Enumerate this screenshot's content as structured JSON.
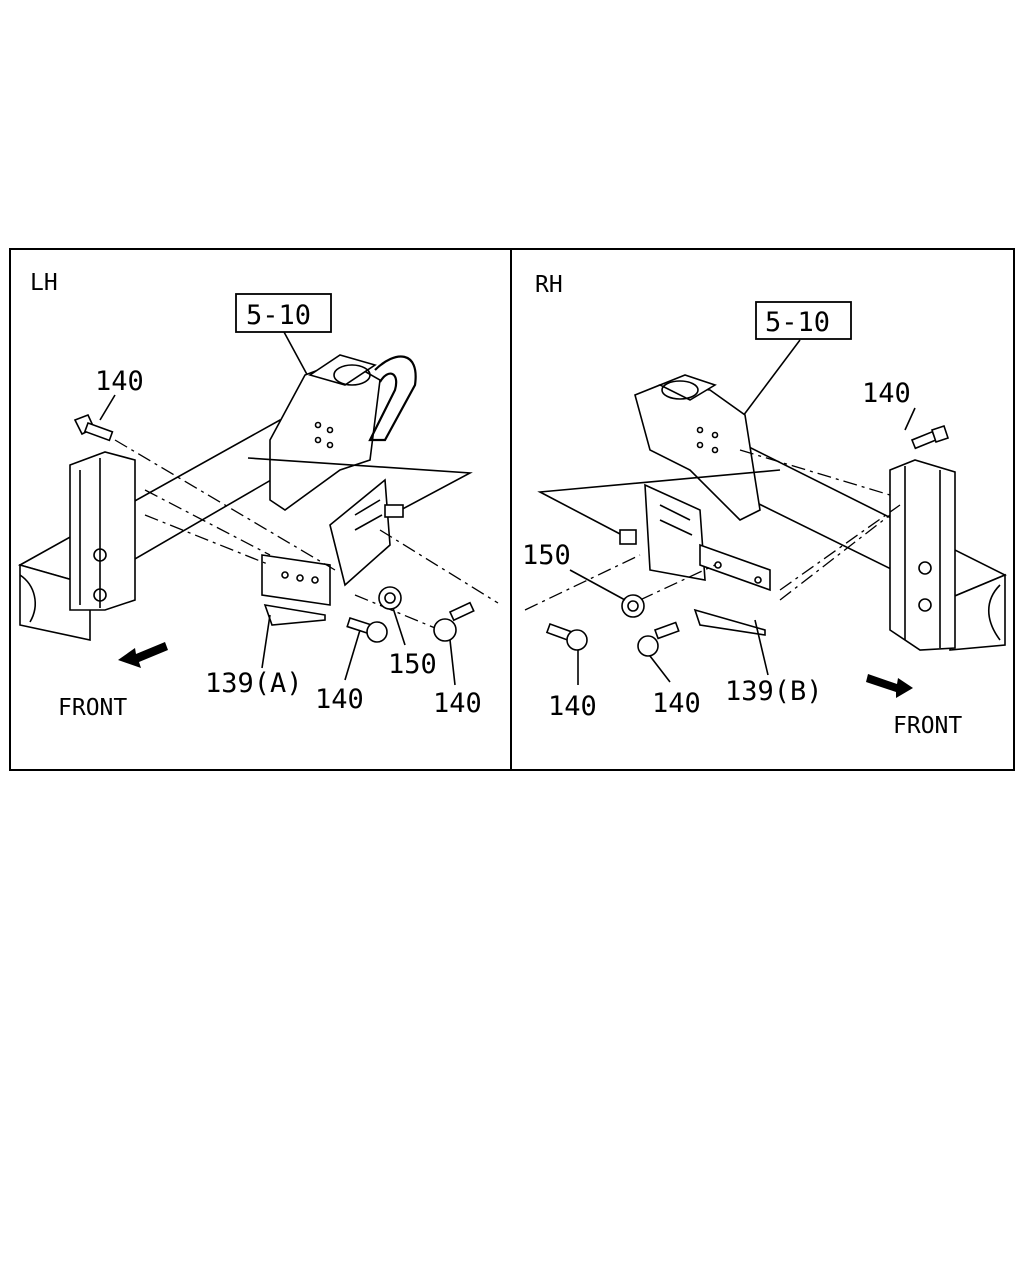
{
  "panels": [
    {
      "side_label": "LH",
      "ref_box": "5-10",
      "front_label": "FRONT",
      "callouts": {
        "bolt_top": "140",
        "bracket": "139(A)",
        "bolt_mid": "140",
        "nut": "150",
        "bolt_right": "140"
      }
    },
    {
      "side_label": "RH",
      "ref_box": "5-10",
      "front_label": "FRONT",
      "callouts": {
        "bolt_top": "140",
        "nut": "150",
        "bolt_left": "140",
        "bolt_mid": "140",
        "bracket": "139(B)"
      }
    }
  ]
}
